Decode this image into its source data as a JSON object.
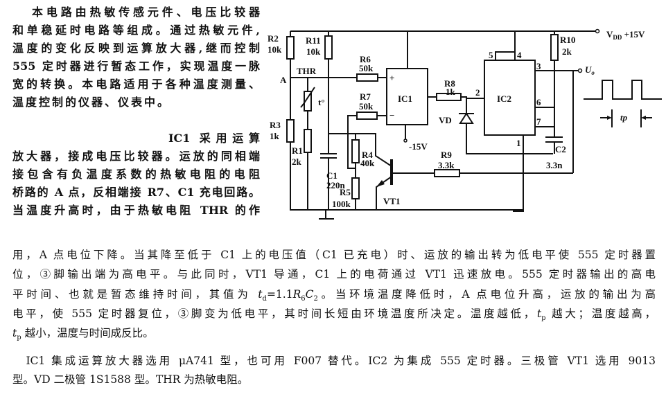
{
  "intro": {
    "lines": [
      "本电路由热敏传感元件、电压比较器",
      "和单稳延时电路等组成。通过热敏元件,",
      "温度的变化反映到运算放大器,继而控制",
      "555 定时器进行暂态工作，实现温度一脉",
      "宽的转换。本电路适用于各种温度测量、",
      "温度控制的仪器、仪表中。",
      "IC1 采用运算",
      "放大器，接成电压比较器。运放的同相端",
      "接包含有负温度系数的热敏电阻的电阻",
      "桥路的 A 点，反相端接 R7、C1 充电回路。",
      "当温度升高时，由于热敏电阻 THR 的作"
    ]
  },
  "body": {
    "line1": "用，A 点电位下降。当其降至低于 C1 上的电压值（C1 已充电）时、运放的输出转为低电平使 555 定时器置",
    "line2": "位，③脚输出端为高电平。与此同时，VT1 导通，C1 上的电荷通过 VT1 迅速放电。555 定时器输出的高电",
    "line3_pre": "平时间、也就是暂态维持时间，其值为 ",
    "line3_t": "t",
    "line3_tsub": "d",
    "line3_eq": "=1.1",
    "line3_r": "R",
    "line3_rsub": "6",
    "line3_c": "C",
    "line3_csub": "2",
    "line3_post": "。当环境温度降低时，A 点电位升高，运放的输出为高",
    "line4_pre": "电平，使 555 定时器复位，③脚变为低电平，其时间长短由环境温度所决定。温度越低，",
    "line4_t": "t",
    "line4_tsub": "p",
    "line4_post": " 越大；温度越高，",
    "line5_t": "t",
    "line5_tsub": "p",
    "line5_post": " 越小，温度与时间成反比。",
    "line6": "　IC1 集成运算放大器选用 μA741 型，也可用 F007 替代。IC2 为集成 555 定时器。三极管 VT1 选用 9013",
    "line7": "型。VD 二极管 1S1588 型。THR 为热敏电阻。"
  },
  "circuit": {
    "R2": "R2",
    "R2v": "10k",
    "R11": "R11",
    "R11v": "10k",
    "R3": "R3",
    "R3v": "1k",
    "R1": "R1",
    "R1v": "2k",
    "R6": "R6",
    "R6v": "50k",
    "R7": "R7",
    "R7v": "50k",
    "R4": "R4",
    "R4v": "40k",
    "R5": "R5",
    "R5v": "100k",
    "R8": "R8",
    "R8v": "1k",
    "R9": "R9",
    "R9v": "3.3k",
    "R10": "R10",
    "R10v": "2k",
    "C1": "C1",
    "C1v": "220n",
    "C2": "C2",
    "C2v": "3.3n",
    "A": "A",
    "THR": "THR",
    "t": "t°",
    "IC1": "IC1",
    "IC2": "IC2",
    "VD": "VD",
    "VT1": "VT1",
    "neg": "-15V",
    "plus": "+",
    "minus": "−",
    "vdd": "V",
    "vddsub": "DD",
    "vddval": " +15V",
    "uo": "U",
    "uosub": "o",
    "pin5": "5",
    "pin4": "4",
    "pin3": "3",
    "pin2": "2",
    "pin6": "6",
    "pin7": "7",
    "pin1": "1",
    "tp": "tp"
  }
}
